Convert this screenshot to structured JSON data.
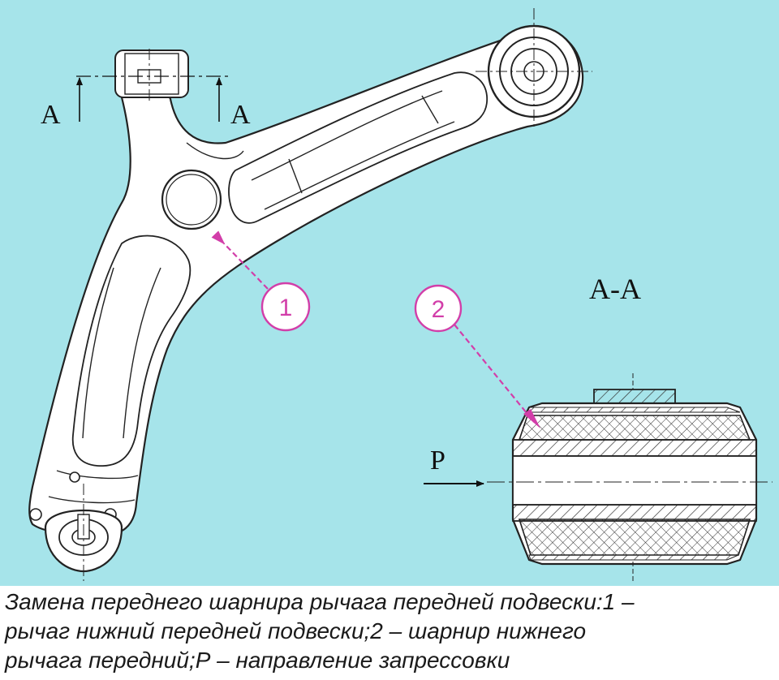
{
  "labels": {
    "section_left": "A",
    "section_right": "A",
    "section_title": "A-A",
    "callout_1": "1",
    "callout_2": "2",
    "force": "P"
  },
  "caption": {
    "line1": "Замена переднего шарнира рычага передней подвески:1 –",
    "line2": "рычаг нижний передней подвески;2 – шарнир нижнего",
    "line3": "рычага передний;Р – направление запрессовки"
  },
  "colors": {
    "background": "#a6e4ea",
    "line": "#222222",
    "callout": "#d23ea9"
  }
}
